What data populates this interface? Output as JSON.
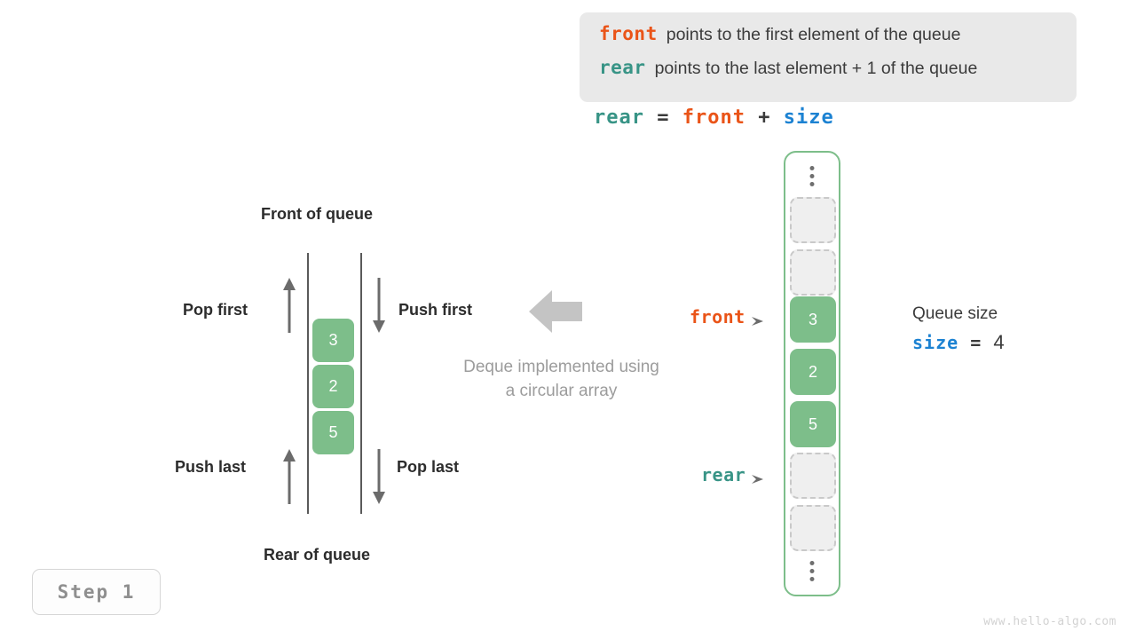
{
  "legend": {
    "lines": [
      {
        "keyword": "front",
        "keyword_color": "#ea5418",
        "text": "points to the first element of the queue"
      },
      {
        "keyword": "rear",
        "keyword_color": "#389486",
        "text": "points to the last element + 1 of the queue"
      }
    ],
    "background": "#e9e9e9"
  },
  "formula": {
    "lhs": "rear",
    "eq": "=",
    "rhs1": "front",
    "plus": "+",
    "rhs2": "size"
  },
  "deque": {
    "top_label": "Front of queue",
    "bottom_label": "Rear of queue",
    "ops": {
      "pop_first": "Pop first",
      "push_first": "Push first",
      "push_last": "Push last",
      "pop_last": "Pop last"
    },
    "cells": [
      "3",
      "2",
      "5"
    ],
    "caption_line1": "Deque implemented using",
    "caption_line2": "a circular array",
    "cell_color": "#7dbe8a",
    "rail_color": "#5a5a5a",
    "arrow_color": "#6b6b6b"
  },
  "array": {
    "slots": [
      {
        "kind": "ellipsis",
        "value": ""
      },
      {
        "kind": "empty",
        "value": ""
      },
      {
        "kind": "empty",
        "value": ""
      },
      {
        "kind": "filled",
        "value": "3"
      },
      {
        "kind": "filled",
        "value": "2"
      },
      {
        "kind": "filled",
        "value": "5"
      },
      {
        "kind": "empty",
        "value": ""
      },
      {
        "kind": "empty",
        "value": ""
      },
      {
        "kind": "ellipsis",
        "value": ""
      }
    ],
    "pointers": {
      "front": "front",
      "rear": "rear"
    },
    "border_color": "#7dbe8a",
    "filled_color": "#7dbe8a",
    "empty_color": "#efefef"
  },
  "size_info": {
    "title": "Queue size",
    "var": "size",
    "eq": "=",
    "value": "4"
  },
  "step": {
    "label": "Step 1"
  },
  "watermark": {
    "text": "www.hello-algo.com"
  }
}
